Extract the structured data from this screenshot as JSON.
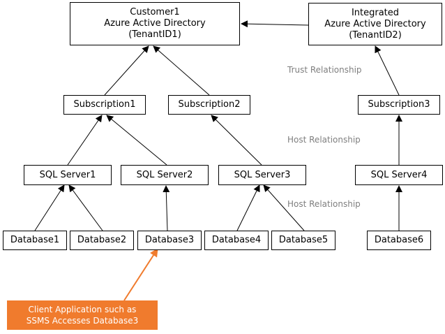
{
  "nodes": {
    "customer_aad": "Customer1\nAzure Active Directory\n(TenantID1)",
    "integrated_aad": "Integrated\nAzure Active Directory\n(TenantID2)",
    "subscription1": "Subscription1",
    "subscription2": "Subscription2",
    "subscription3": "Subscription3",
    "sql_server1": "SQL Server1",
    "sql_server2": "SQL Server2",
    "sql_server3": "SQL Server3",
    "sql_server4": "SQL Server4",
    "database1": "Database1",
    "database2": "Database2",
    "database3": "Database3",
    "database4": "Database4",
    "database5": "Database5",
    "database6": "Database6",
    "client_app": "Client Application such as\nSSMS Accesses Database3"
  },
  "relationships": {
    "trust": "Trust Relationship",
    "host_upper": "Host Relationship",
    "host_lower": "Host Relationship"
  },
  "colors": {
    "line": "#000000",
    "accent": "#f07b2d",
    "label": "#7f7f7f"
  }
}
